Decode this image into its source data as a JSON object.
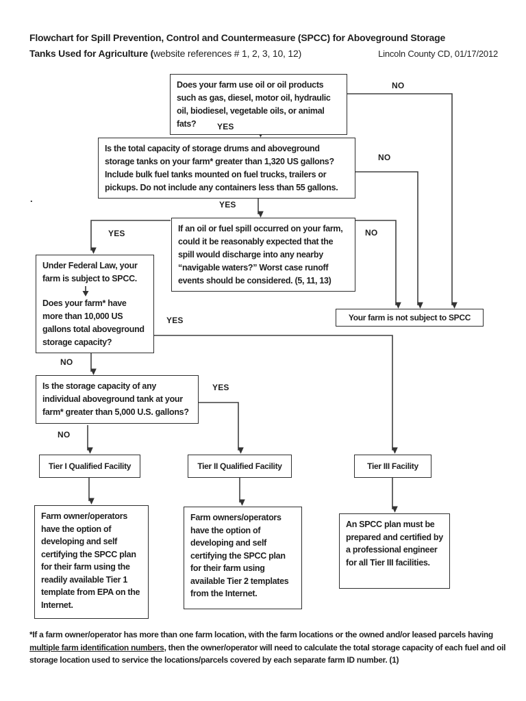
{
  "title": {
    "line1": "Flowchart for Spill Prevention, Control and Countermeasure (SPCC) for Aboveground Storage",
    "line2_bold": "Tanks Used for Agriculture (",
    "line2_normal": "website references # 1, 2, 3, 10, 12)",
    "date": "Lincoln County CD, 01/17/2012"
  },
  "labels": {
    "yes": "YES",
    "no": "NO"
  },
  "stray_period": ".",
  "nodes": {
    "q1": {
      "text": "Does your farm use oil or oil products such as gas, diesel, motor oil, hydraulic oil, biodiesel, vegetable oils, or animal fats?"
    },
    "q2": {
      "text": "Is the total capacity of storage drums and aboveground storage tanks on your farm* greater than 1,320 US gallons?  Include bulk fuel tanks mounted on fuel trucks, trailers or pickups.  Do not include any containers less than 55 gallons."
    },
    "q3": {
      "text": "If an oil or fuel spill occurred on your farm, could it be reasonably expected that the spill would discharge into any nearby “navigable waters?”  Worst case runoff events should be considered.  (5, 11, 13)"
    },
    "q4": {
      "text1": "Under Federal Law, your farm is subject to SPCC.",
      "text2": "Does your farm* have more than 10,000 US gallons total aboveground storage capacity?"
    },
    "q5": {
      "text": "Is the storage capacity of any individual aboveground tank at your farm* greater than 5,000 U.S. gallons?"
    },
    "not_subject": {
      "text": "Your farm is not subject to SPCC"
    },
    "tier1": {
      "label": "Tier I Qualified Facility"
    },
    "tier2": {
      "label": "Tier II Qualified Facility"
    },
    "tier3": {
      "label": "Tier III Facility"
    },
    "outcome1": {
      "text": "Farm owner/operators have the option of developing and self certifying the SPCC plan for their farm using the readily available Tier 1 template from EPA on the Internet."
    },
    "outcome2": {
      "text": "Farm owners/operators have the option of developing and self certifying the SPCC plan for their farm using available Tier 2 templates from the Internet."
    },
    "outcome3": {
      "text": "An SPCC plan must be prepared and certified by a professional engineer for all Tier III facilities."
    }
  },
  "footnote": {
    "part1": "*If a farm owner/operator has more than one farm location, with the farm locations or the owned and/or leased parcels having ",
    "underlined": "multiple farm identification numbers",
    "part2": ", then the owner/operator will need to calculate the total storage capacity of each fuel and oil storage location used to service the locations/parcels covered by each separate farm ID number. (1)"
  }
}
